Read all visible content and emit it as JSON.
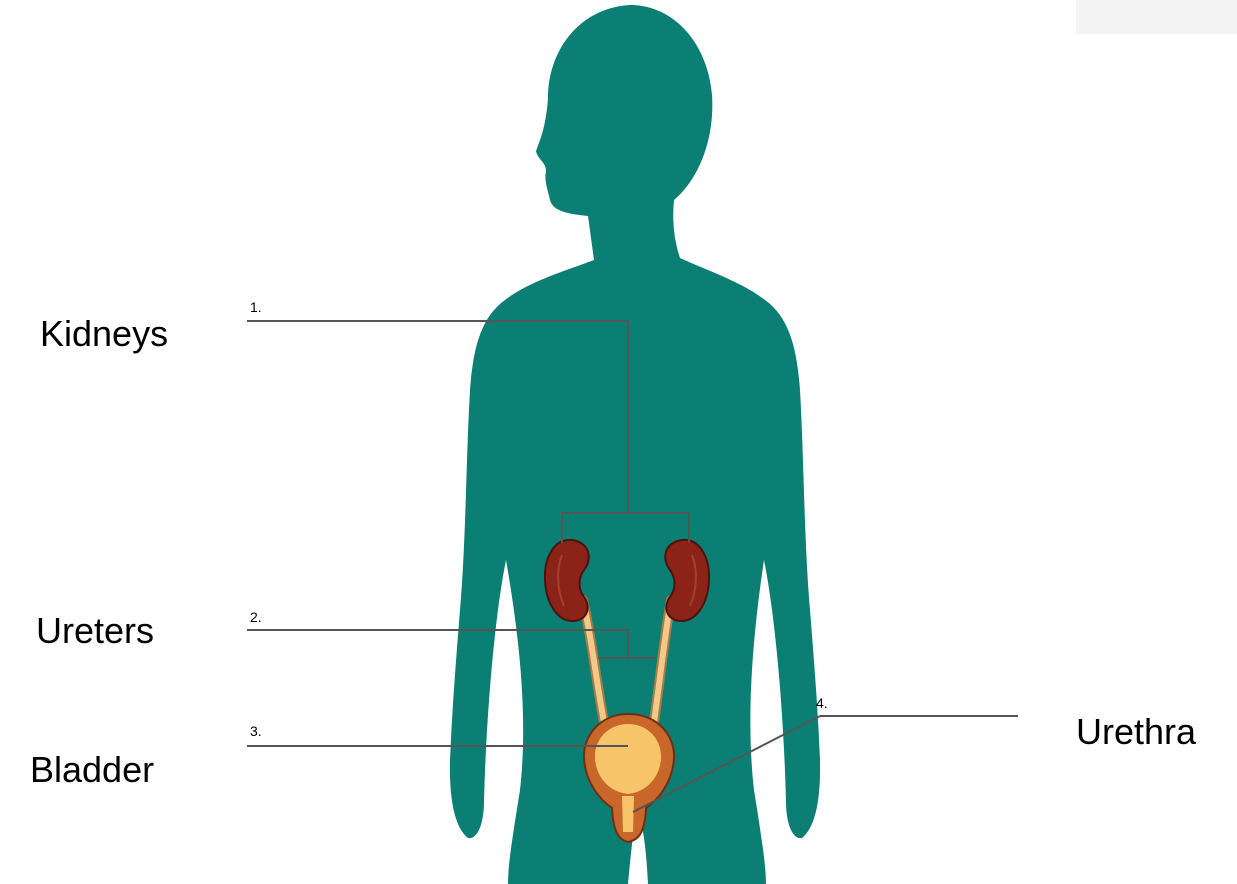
{
  "labels": {
    "kidneys": "Kidneys",
    "ureters": "Ureters",
    "bladder": "Bladder",
    "urethra": "Urethra"
  },
  "numbers": {
    "n1": "1.",
    "n2": "2.",
    "n3": "3.",
    "n4": "4."
  },
  "colors": {
    "body": "#0b7f74",
    "kidney": "#8b2318",
    "kidney_outline": "#4e120c",
    "ureter": "#f3c98b",
    "bladder_outer": "#c9662a",
    "bladder_inner": "#f7c46a",
    "leader_line": "#555555"
  }
}
